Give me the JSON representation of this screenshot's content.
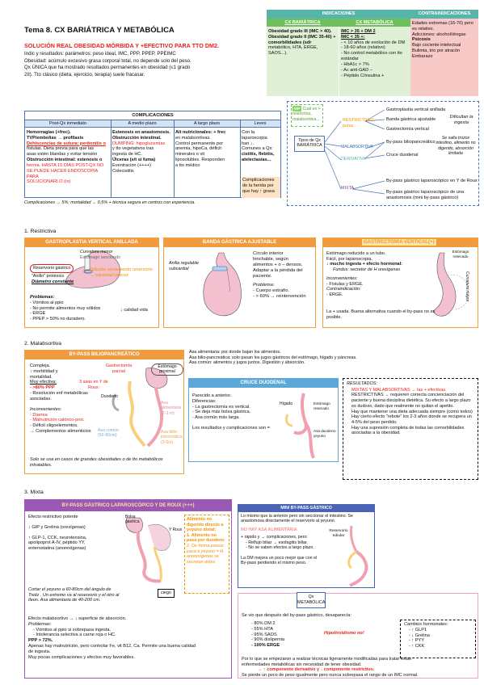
{
  "header": {
    "title": "Tema 8. CX BARIÁTRICA Y METABÓLICA",
    "subtitle": "SOLUCIÓN REAL OBESIDAD MÓRBIDA Y +EFECTIVO PARA TTO DM2.",
    "lines": [
      "Indic y resultados: parámetros: peso ideal, IMC, PPP, PPEP, PPEIMC",
      "Obesidad: acúmulo excesivo grasa corporal total, no depende solo del peso.",
      "Qx ÚNICA que ha mostrado resultados permanentes en obesidad (≤1 grado",
      "2II). Tto clásico (dieta, ejercicio, terapia) suele fracasar."
    ]
  },
  "indications": {
    "header": "INDICACIONES",
    "contra_header": "CONTRAINDICACIONES",
    "col1_head": "CX BARIÁTRICA",
    "col2_head": "CX METABÓLICA",
    "col1": [
      "Obesidad grado III (IMC > 40).",
      "Obesidad grado II (IMC 35-40) +",
      "comorbilidades (sdr",
      "metabólico, HTA, ERGE,",
      "SAOS...)."
    ],
    "col2": [
      "IMC > 35 + DM 2",
      "IMC < 35 +:",
      "- < 10 años de evolución de DM",
      "- 18-60 años (relativo)",
      "- No control metabólico con tto",
      "estándar",
      "- HbA1c > 7%",
      "- Ac anti-GAD –",
      "- Péptido C/insulina +"
    ],
    "contra": [
      "Edades extremas (16-70) pero",
      "es relativo.",
      "Adicciones: alcohol/drogas",
      "Psicosis",
      "Bajo cociente intelectual",
      "Bulimia, trio por atracón",
      "Embarazo"
    ]
  },
  "complications": {
    "title": "COMPLICACIONES",
    "heads": [
      "Post-Qx inmediato",
      "A medio plazo",
      "A largo plazo",
      "Leves"
    ],
    "c1": [
      "Hemorragias (+frec).",
      "TVP/embolias → profilaxis",
      "Dehiscencias de sutura: peritonitis o",
      "fístulas. Dieta previa para que las",
      "asas estén blandas y evitar tensión",
      "Obstrucción intestinal: estenosis o",
      "hernia. HASTA 15 DÍAS POST-QX NO",
      "SE PUEDE HACER ENDOSCOPIA PARA",
      "SOLUCIONARLO (rx)"
    ],
    "c2": [
      "Estenosis en anastomosis.",
      "Obstrucción intestinal.",
      "DUMPING: hipoglucemias",
      "y tto vegetativos tras",
      "ingesta de HC.",
      "Úlceras (s/t si fuma)",
      "Eventración (++++)",
      "Colecistitis"
    ],
    "c3": [
      "Alt nutricionales: + frec",
      "en malabsortivas.",
      "Control permanente por",
      "anemia, hipoCa, déficit",
      "minerales o vit",
      "liposolubles. Responden",
      "a tto médico"
    ],
    "c4": [
      "Con la",
      "laparoscopia",
      "han ↓.",
      "Comunes a Qx:",
      "cistitis, flebitis,",
      "atelectasias..."
    ],
    "note4": [
      "Complicaciones",
      "de la herida por",
      "que hay ↑ grasa"
    ],
    "footer": "Complicaciones → 5%; mortalidad → 0,5% + técnica segura en centros con experiencia."
  },
  "tree": {
    "root": "Tipos de Qx BARIÁTRICA",
    "note": "Cuál es + restrictiva, malabsortiva...",
    "restrictivas": "RESTRICTIVAS puras",
    "r_items": [
      "Gastroplastia vertical anillada",
      "Banda gástrica ajustable",
      "Gastrectomía vertical"
    ],
    "r_note": "Dificultan la ingesta",
    "malabsortiva": "MALABSORTIVA",
    "derivativa": "DERIVATIVA",
    "m_items": [
      "By-pass biliopancreático",
      "Cruce duodenal"
    ],
    "m_note": "Se salta trozos intestino, alimento no digerido, absorción limitada",
    "mixta": "MIXTA",
    "x_items": [
      "By-pass gástrico laparoscópico en Y de Roux",
      "By-pass gástrico laparoscópico de una anastomosis (mini by-pass gástrico)"
    ]
  },
  "s1": {
    "heading": "1.       Restrictiva",
    "gva": {
      "title": "GASTROPLASTIA VERTICAL ANILLADA",
      "curv": "Curvatura menor",
      "est": "Estómago secciondo",
      "res": "Reservorio gástrico",
      "anillo": "\"Anillo\" protésico",
      "diam": "Diámetro constante",
      "dif": "Dificulta vaciamiento reservorio → saciedad precoz",
      "prob": "Problemas:",
      "items": [
        "- Vómitos al ppio",
        "- No permite alimentos muy sólidos",
        "- ERGE",
        "- PPEP > 50% no duradero."
      ],
      "calidad": "↓ calidad vida"
    },
    "bga": {
      "title": "BANDA GÁSTRICA AJUSTABLE",
      "anilla": "Anilla regulable subcardial",
      "desc": [
        "Círculo interior",
        "hinchable, según",
        "alimentos + o – densos.",
        "Adaptar a la pérdida del",
        "paciente."
      ],
      "prob": "Problema:",
      "items": [
        "- Cuerpo extraño.",
        "- > 60% → reintervención"
      ]
    },
    "gv": {
      "title": "GASTRECTOMÍA VERTICAL(+)",
      "intro": [
        "Estómago reducido a un tubo.",
        "Fácil, por laparoscopia."
      ],
      "hormonal": "↓ mucho ingesta + efecto hormonal:",
      "fundus": "Fundus: secretor de H oresígenas",
      "incon": "Inconvenientes:",
      "incon_items": [
        "- Fístulas y ERGE."
      ],
      "contra": "Contraindicación:",
      "contra_items": [
        "- ERGE."
      ],
      "footer": [
        "La + usada. Buena alternativa cuando el by-pass no es",
        "posible."
      ],
      "resec": "Estómago resecado",
      "curv": "Curvatura mayor"
    }
  },
  "s2": {
    "heading": "2.       Malabsortiva",
    "bpb": {
      "title": "BY-PASS BILIOPANCREÁTICO",
      "intro": [
        "Compleja.",
        "↑ morbilidad y",
        "mortalidad.",
        "Muy efectiva:"
      ],
      "items": [
        "- >80% PPP",
        "- Resolución enf metabólicas",
        "asociadas."
      ],
      "incon": "Inconvenientes:",
      "incon_items": [
        "- Diarrea",
        "- Malnutrición calórico-prot.",
        "- Déficit oligoelementos.",
        "→ Complementos alimenticios"
      ],
      "footer": [
        "Solo se usa en casos de grandes obesidades o de tto metabólicos",
        "intratables."
      ],
      "gastrect": "Gastrectomía parcial",
      "asas": "3 asas en Y de Roux:",
      "duod": "Duodeno",
      "estprox": "Estómago proximal",
      "asa_alim": "Asa alimentaria (2-3 m)",
      "asa_com": "Asa común (50-80cm)",
      "asa_bil": "Asa bilio-pancreática (3-5m)"
    },
    "legend": [
      "Asa alimentaria: por donde bajan los alimentos.",
      "Asa bilio-pancreática: solo pasan los jugos gástricos del estómago, hígado y páncreas.",
      "Asa común: alimentos y jugos juntos. Digestión y absorción."
    ],
    "cd": {
      "title": "CRUCE DUODENAL",
      "items": [
        "Parecido a anterior.",
        "Diferencias:",
        "- La gastrectomía es vertical.",
        "- Se deja más bolsa gástrica.",
        "- Asa común más larga.",
        "",
        "Los resultados y complicaciones son ="
      ],
      "higado": "Hígado",
      "resec": "Estómago resecado",
      "yey": "Asa duodeno-yeyuno"
    },
    "res": {
      "title": "RESULTADOS:",
      "items": [
        "MIXTAS Y MALABSORTIVAS → las + efectivas.",
        "RESTRICTIVAS → requieren correcta concienciación del paciente y buena disciplina dietética. Su efecto a largo plazo es dudoso, dado que realmente no quitan el apetito.",
        "Hay que mantener una dieta adecuada siempre (como todos)",
        "Hay cierto efecto \"rebote\" los 2-3 años donde se recupera un 4-5% del peso perdido.",
        "Hay una supresión completa de todas las comorbilidades asociadas a la obesidad."
      ]
    }
  },
  "s3": {
    "heading": "3.       Mixta",
    "bpg": {
      "title": "BY-PASS GÁSTRICO LAPAROSCÓPICO Y DE ROUX (+++)",
      "items": [
        "Efecto restrictivo potente",
        "↓ GIP y Grelina (orexígenas)",
        "↑ GLP-1, CCK, neurotensina,",
        "apolipoprot A-IV, péptido YY,",
        "enterostatina (anorexígenas)"
      ],
      "cortar": [
        "Cortar el yeyuno a 60-80cm del ángulo de",
        "Treitz . Un extremo va al reservorio y el otro al",
        "íleon. Asa alimentaria de 40-200 cm."
      ],
      "mal": "Efecto malabsortivo → ↓ superficie de absorción.",
      "prob": "Problemas:",
      "prob_items": [
        "- Vómitos al ppio si sobrepasa ingesta.",
        "- Intolerancia selectiva a carne roja o HC."
      ],
      "ppp": "PPP > 72%.",
      "tail": [
        "Apenas hay malnutrición, pero controlar Fe, vit B12, Ca. Permite una buena calidad",
        "de ingesta.",
        "Muy pocas complicaciones y efectos muy favorables."
      ],
      "bolsa": "Bolsa gástrica",
      "yroux": "Y Roux",
      "ciego": "ciego",
      "alim": "Alimento no digerido directo a yeyuno distal:",
      "alim_items": [
        "1. Alimento no pasa por duodeno",
        "2. De forma precoz pasa a yeyuno = H. anorexígenas se secretan antes"
      ]
    },
    "mini": {
      "title": "MINI BY-PASS GÁSTRICO",
      "intro": [
        "Lo mismo que la anterior pero sin seccionar el intestino. Se",
        "anastomosa directamente el reservorio al yeyuno."
      ],
      "no_asa": "NO HAY ASA ALIMENTARIA",
      "items": [
        "+ rápido y → complicaciones, pero:",
        "- Reflujo biliar → esofagitis biliar.",
        "- No se saben efectos a largo plazo."
      ],
      "dm": [
        "La DM mejora un poco mejor que con el",
        "By-pass perdiendo el mismo peso."
      ],
      "reservorio": "Reservorio tubular"
    },
    "met": {
      "title": "Qx METABÓLICA",
      "intro": "Se vio que después del by-pass gástrico, desaparecía:",
      "pct": [
        "- 80% DM 2",
        "- 55% HTA",
        "- 95% SAOS",
        "- 90% dislipemia",
        "- 100% ERGE"
      ],
      "hipo": "Hipotiroidismo no!",
      "cambios": "Cambios hormonales:",
      "h_items": [
        "- ↑ GLP1",
        "- ↓ Grelina",
        "- ↑ PYY",
        "- ↑ CKK"
      ],
      "tail": [
        "Por lo que se empezaron a realizar técnicas ligeramente modificadas para tratar estas",
        "enfermedades metabólicas sin necesidad de tener obesidad.",
        "→ ↑ componente derivativo y ↓ componente restrictivo.",
        "Se pierde un poco de peso igualmente pero nunca sobrepasa el rango de un IMC normal."
      ]
    }
  }
}
